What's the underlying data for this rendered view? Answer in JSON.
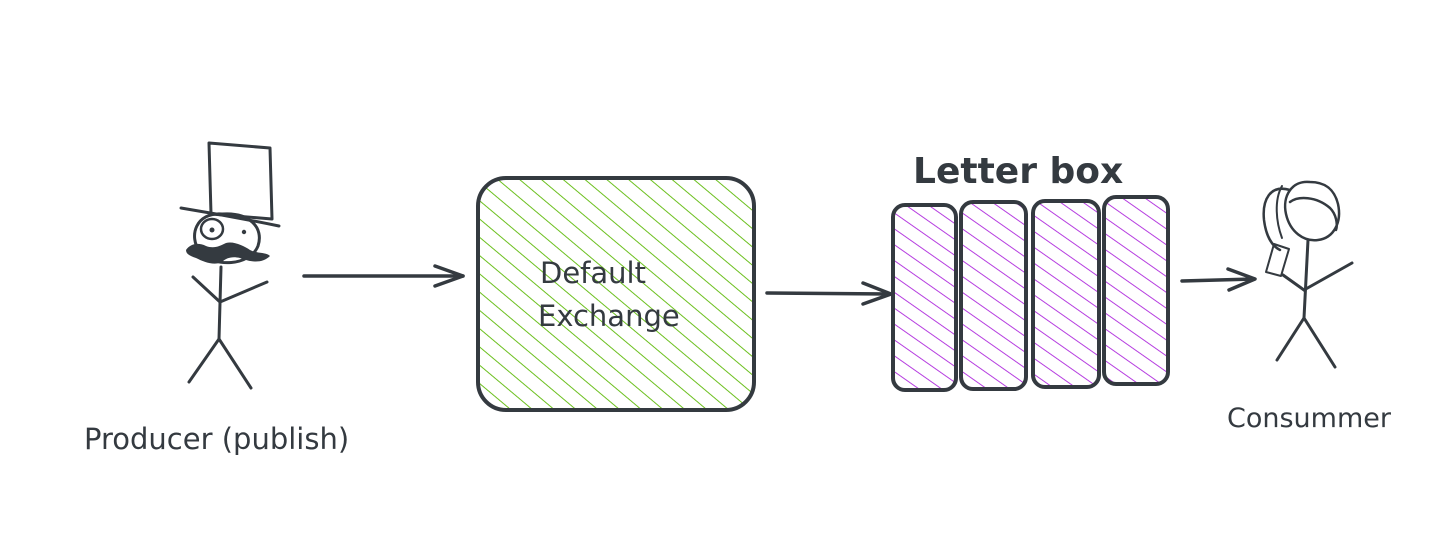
{
  "producer": {
    "label": "Producer (publish)"
  },
  "exchange": {
    "line1": "Default",
    "line2": "Exchange",
    "hatch_color": "#6cc01f"
  },
  "queue": {
    "title": "Letter box",
    "slot_count": 4,
    "hatch_color": "#b63ee0"
  },
  "consumer": {
    "label": "Consummer"
  },
  "colors": {
    "ink": "#343a40",
    "background": "#ffffff"
  }
}
